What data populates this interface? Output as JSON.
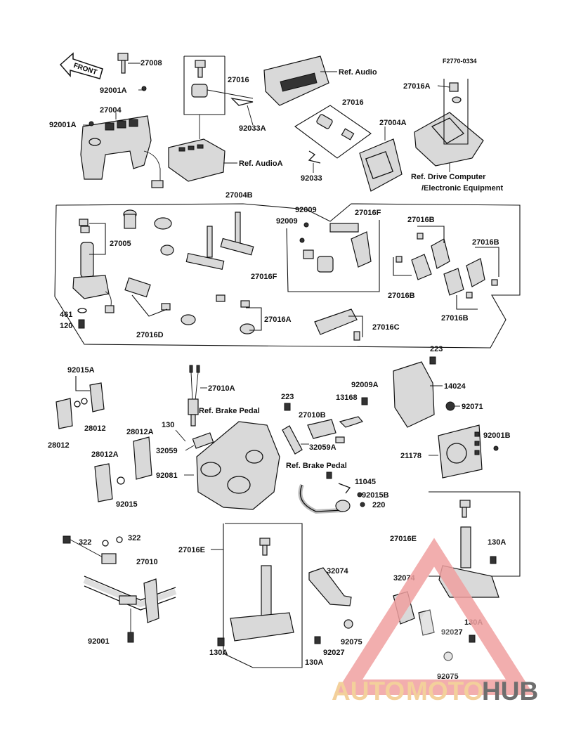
{
  "diagram_code": "F2770-0334",
  "front_arrow": "FRONT",
  "watermark": {
    "auto": "AUTO",
    "moto": "MOTO",
    "hub": "HUB"
  },
  "labels": {
    "p27008": "27008",
    "p92001A_1": "92001A",
    "p92001A_2": "92001A",
    "p27004": "27004",
    "p27016_1": "27016",
    "p92033A": "92033A",
    "ref_audioA": "Ref. AudioA",
    "ref_audio": "Ref. Audio",
    "p27016_2": "27016",
    "p92033": "92033",
    "p27004A": "27004A",
    "p27016A_1": "27016A",
    "ref_drive_1": "Ref. Drive Computer",
    "ref_drive_2": "/Electronic Equipment",
    "p27004B": "27004B",
    "p92009_1": "92009",
    "p92009_2": "92009",
    "p27016F_1": "27016F",
    "p27016F_2": "27016F",
    "p27005": "27005",
    "p27016B_1": "27016B",
    "p27016B_2": "27016B",
    "p27016B_3": "27016B",
    "p27016B_4": "27016B",
    "p461": "461",
    "p120": "120",
    "p27016D": "27016D",
    "p27016A_2": "27016A",
    "p27016C": "27016C",
    "p223_1": "223",
    "p92015A": "92015A",
    "p27010A": "27010A",
    "p14024": "14024",
    "p223_2": "223",
    "p92009A": "92009A",
    "p13168": "13168",
    "p27010B": "27010B",
    "p92071": "92071",
    "ref_brake_1": "Ref. Brake Pedal",
    "p28012_1": "28012",
    "p28012_2": "28012",
    "p130": "130",
    "p28012A_1": "28012A",
    "p32059": "32059",
    "p32059A": "32059A",
    "p92001B": "92001B",
    "p21178": "21178",
    "p28012A_2": "28012A",
    "p92081": "92081",
    "ref_brake_2": "Ref. Brake Pedal",
    "p11045": "11045",
    "p92015B": "92015B",
    "p220": "220",
    "p92015": "92015",
    "p322_1": "322",
    "p322_2": "322",
    "p27010": "27010",
    "p27016E_1": "27016E",
    "p32074_1": "32074",
    "p27016E_2": "27016E",
    "p130A_1": "130A",
    "p32074_2": "32074",
    "p92001": "92001",
    "p92075_1": "92075",
    "p130A_2": "130A",
    "p92027_1": "92027",
    "p130A_3": "130A",
    "p130A_4": "130A",
    "p92027_2": "92027",
    "p92075_2": "92075"
  }
}
